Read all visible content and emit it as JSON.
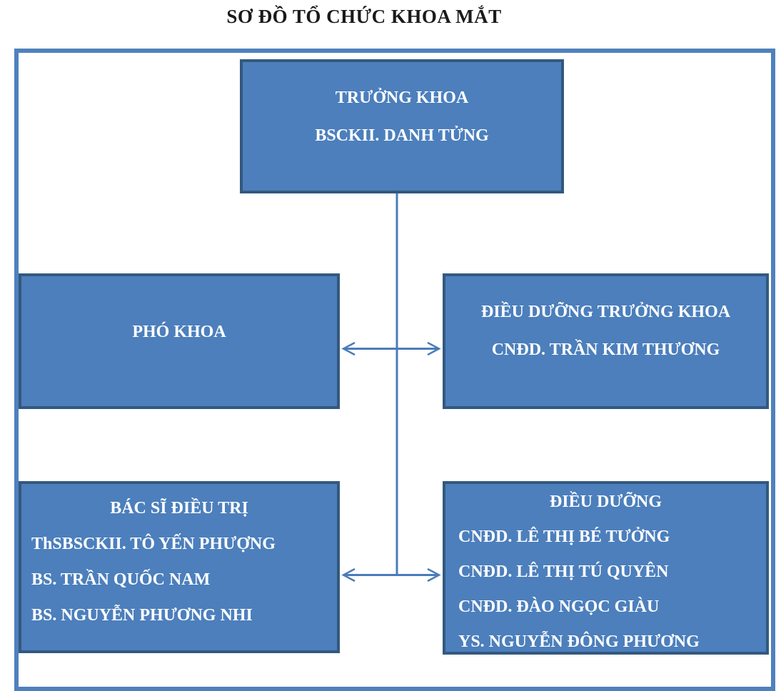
{
  "title": "SƠ ĐỒ TỔ CHỨC KHOA MẮT",
  "colors": {
    "box_fill": "#4c7fbc",
    "box_border": "#33587f",
    "frame_border": "#4f81bd",
    "connector": "#4a7cba",
    "box_text": "#ffffff",
    "title_text": "#1a1a1a"
  },
  "org": {
    "truong_khoa": {
      "role": "TRƯỞNG KHOA",
      "name": "BSCKII. DANH TỬNG"
    },
    "pho_khoa": {
      "role": "PHÓ KHOA"
    },
    "dieu_duong_truong_khoa": {
      "role": "ĐIỀU DƯỠNG TRƯỞNG KHOA",
      "name": "CNĐD. TRẦN KIM THƯƠNG"
    },
    "bac_si_dieu_tri": {
      "role": "BÁC SĨ ĐIỀU TRỊ",
      "members": [
        "ThSBSCKII. TÔ YẾN PHƯỢNG",
        "BS. TRẦN QUỐC NAM",
        "BS. NGUYỄN PHƯƠNG NHI"
      ]
    },
    "dieu_duong": {
      "role": "ĐIỀU DƯỠNG",
      "members": [
        "CNĐD. LÊ THỊ BÉ TƯỞNG",
        "CNĐD. LÊ THỊ TÚ QUYÊN",
        "CNĐD. ĐÀO NGỌC GIÀU",
        "YS. NGUYỄN ĐÔNG PHƯƠNG"
      ]
    }
  }
}
